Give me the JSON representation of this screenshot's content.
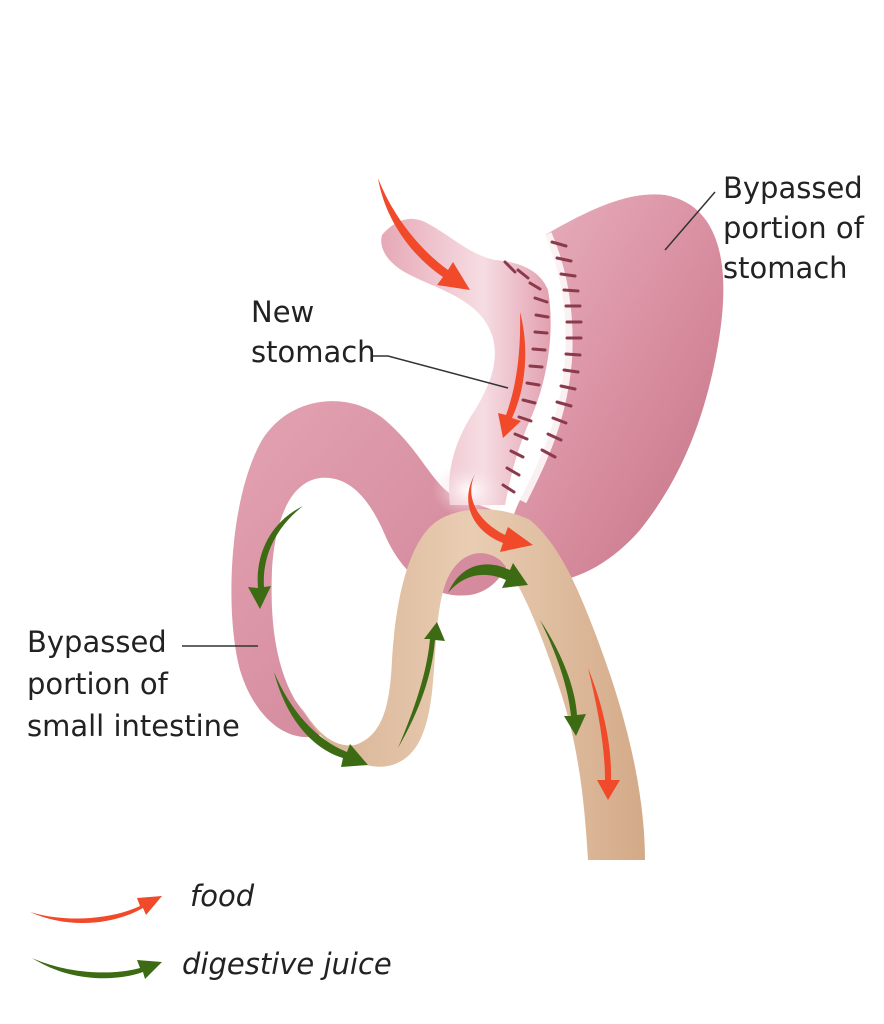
{
  "labels": {
    "bypassed_stomach": [
      "Bypassed",
      "portion of",
      "stomach"
    ],
    "new_stomach": [
      "New",
      "stomach"
    ],
    "bypassed_intestine": [
      "Bypassed",
      "portion of",
      "small intestine"
    ]
  },
  "legend": {
    "food": "food",
    "digestive_juice": "digestive juice"
  },
  "colors": {
    "food_arrow": "#f04a2a",
    "digestive_juice_arrow": "#3d6b14",
    "stomach": "#dc96a6",
    "intestine_pink": "#d98ea0",
    "intestine_tan": "#dcb99a",
    "staples": "#8a3a4a"
  }
}
